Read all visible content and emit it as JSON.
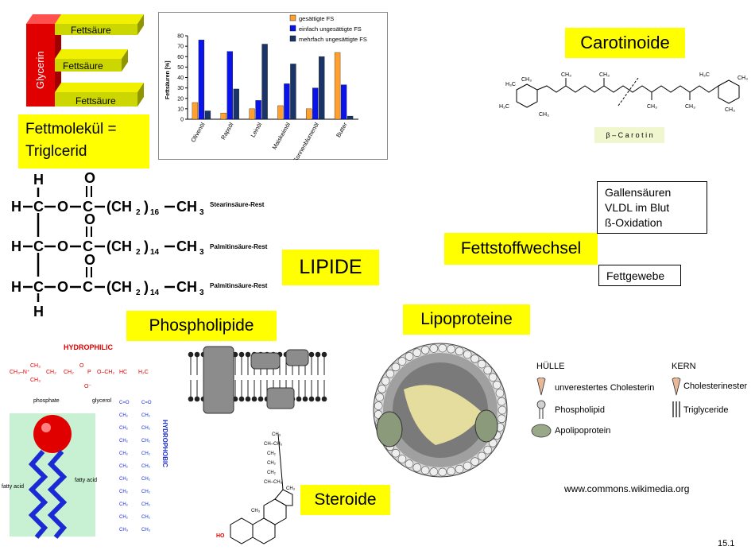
{
  "triglyceride_block": {
    "glycerin": "Glycerin",
    "fatty_acid_1": "Fettsäure",
    "fatty_acid_2": "Fettsäure",
    "fatty_acid_3": "Fettsäure"
  },
  "labels": {
    "fettmolekuel_line1": "Fettmolekül =",
    "fettmolekuel_line2": "Triglcerid",
    "lipide": "LIPIDE",
    "carotinoide": "Carotinoide",
    "beta_carotin": "β – C a r o t i n",
    "fettstoffwechsel": "Fettstoffwechsel",
    "stoffwechsel_line1": "Gallensäuren",
    "stoffwechsel_line2": "VLDL im Blut",
    "stoffwechsel_line3": "ß-Oxidation",
    "fettgewebe": "Fettgewebe",
    "phospholipide": "Phospholipide",
    "lipoproteine": "Lipoproteine",
    "steroide": "Steroide",
    "source": "www.commons.wikimedia.org",
    "page_number": "15.1"
  },
  "structural_formula": {
    "row1_rest": "Stearinsäure-Rest",
    "row2_rest": "Palmitinsäure-Rest",
    "row3_rest": "Palmitinsäure-Rest",
    "row1_sub": "16",
    "row2_sub": "14",
    "row3_sub": "14"
  },
  "phospholipid": {
    "hydrophilic": "HYDROPHILIC",
    "hydrophobic": "HYDROPHOBIC",
    "phosphate": "phosphate",
    "glycerol": "glycerol",
    "fatty_acid": "fatty acid"
  },
  "lipoprotein_legend": {
    "huelle": "HÜLLE",
    "kern": "KERN",
    "item1": "unverestertes Cholesterin",
    "item2": "Phospholipid",
    "item3": "Apolipoprotein",
    "item4": "Cholesterinester",
    "item5": "Triglyceride"
  },
  "chart_data": {
    "type": "bar",
    "ylabel": "Fettsäuren [%]",
    "ylim": [
      0,
      80
    ],
    "yticks": [
      0,
      10,
      20,
      30,
      40,
      50,
      60,
      70,
      80
    ],
    "categories": [
      "Olivenöl",
      "Rapsöl",
      "Leinöl",
      "Maiskeimöl",
      "Sonnenblumenöl",
      "Butter"
    ],
    "series": [
      {
        "name": "gesättigte FS",
        "color": "#ffa030",
        "values": [
          16,
          6,
          10,
          13,
          10,
          64
        ]
      },
      {
        "name": "einfach ungesättigte FS",
        "color": "#0a14e6",
        "values": [
          76,
          65,
          18,
          34,
          30,
          33
        ]
      },
      {
        "name": "mehrfach ungesättigte FS",
        "color": "#1a3468",
        "values": [
          8,
          29,
          72,
          53,
          60,
          3
        ]
      }
    ],
    "legend_position": "top-right"
  }
}
